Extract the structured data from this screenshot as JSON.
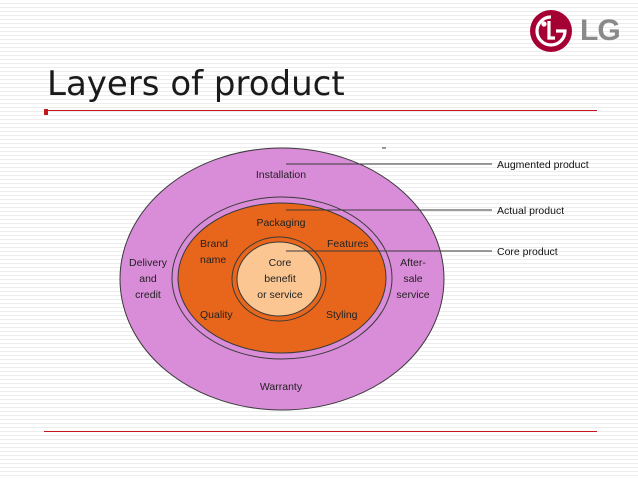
{
  "brand": {
    "logo_text": "LG",
    "brand_color": "#a50034"
  },
  "slide": {
    "title": "Layers of product"
  },
  "diagram": {
    "layers": {
      "augmented": {
        "color": "#d98cd8",
        "labels": {
          "installation": "Installation",
          "delivery": [
            "Delivery",
            "and",
            "credit"
          ],
          "after_sale": [
            "After-",
            "sale",
            "service"
          ],
          "warranty": "Warranty"
        }
      },
      "actual": {
        "color": "#e8661b",
        "labels": {
          "packaging": "Packaging",
          "brand_name": [
            "Brand",
            "name"
          ],
          "features": "Features",
          "quality": "Quality",
          "styling": "Styling"
        }
      },
      "core": {
        "color": "#fbc692",
        "labels": [
          "Core",
          "benefit",
          "or service"
        ]
      }
    },
    "callouts": [
      "Augmented product",
      "Actual product",
      "Core product"
    ]
  },
  "colors": {
    "rule": "#c4161c",
    "stroke": "#3a3a3a"
  }
}
